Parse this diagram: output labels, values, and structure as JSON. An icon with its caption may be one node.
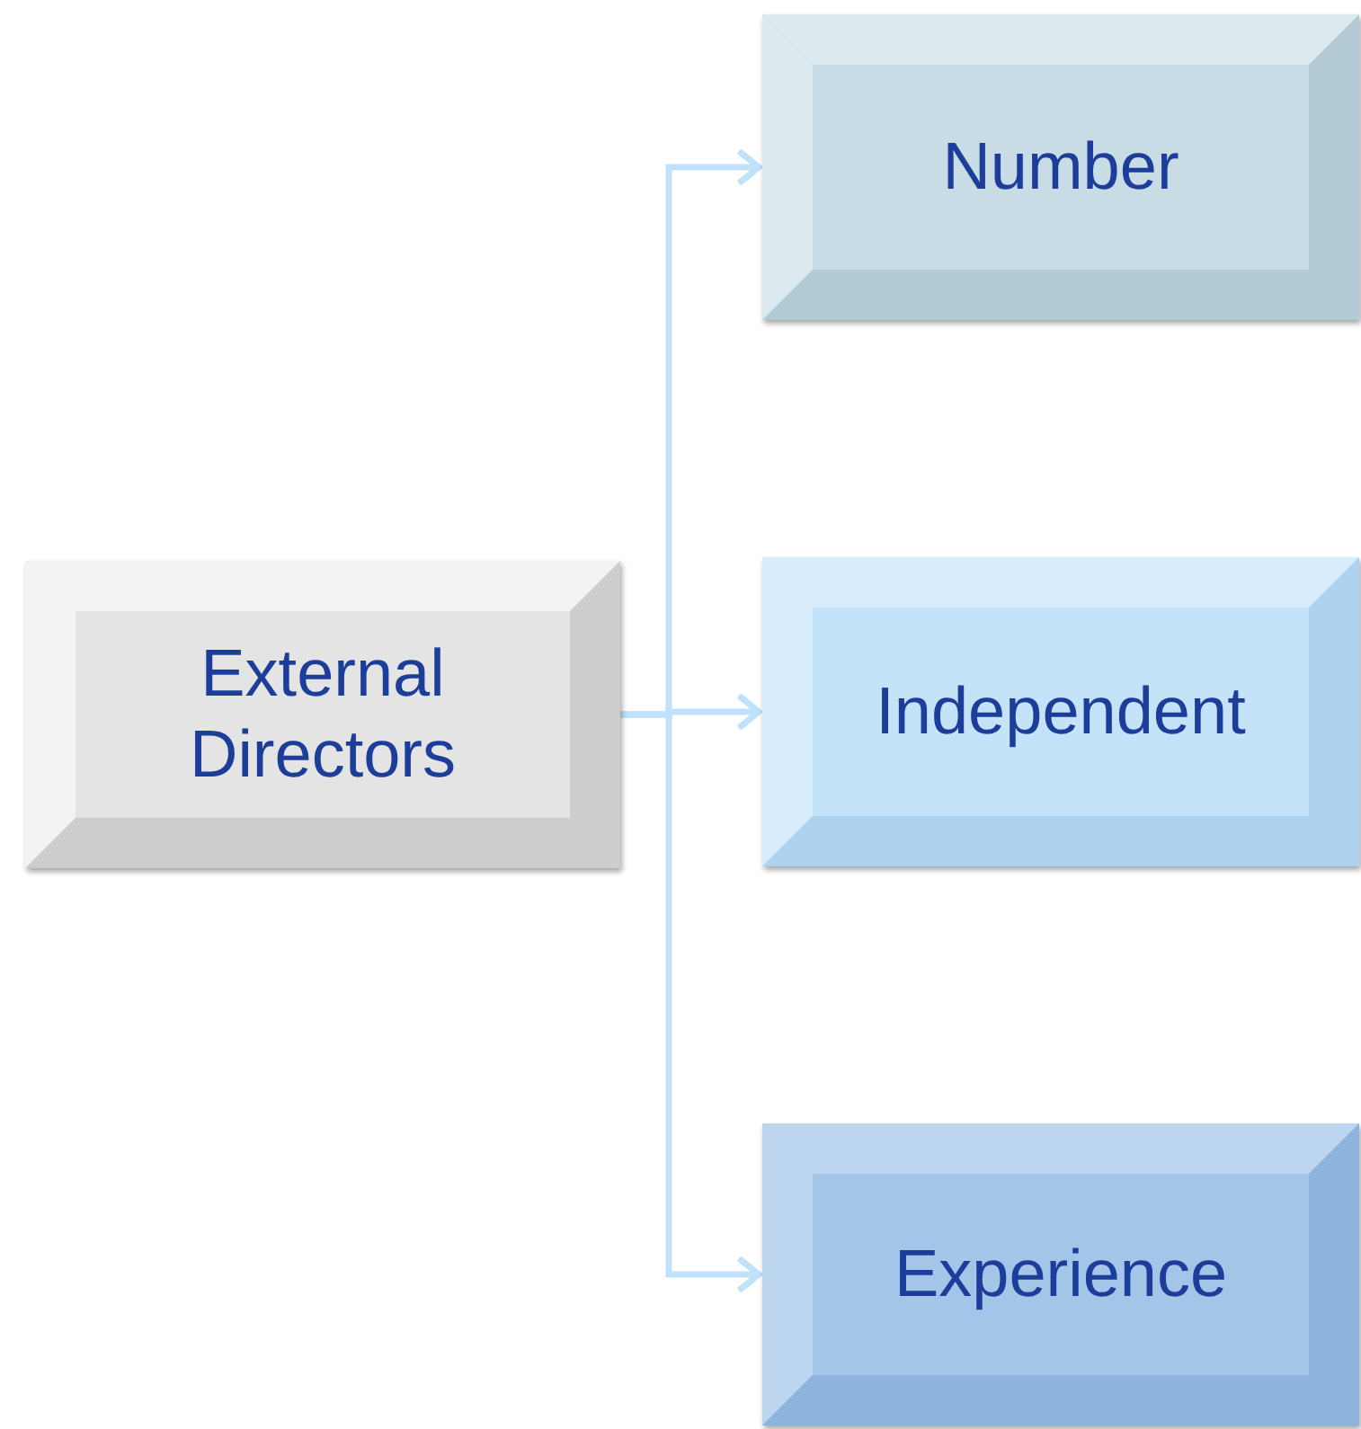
{
  "diagram": {
    "nodes": [
      {
        "text": [
          "External Directors"
        ]
      },
      {
        "text": [
          "Number"
        ]
      },
      {
        "text": [
          "Independent"
        ]
      },
      {
        "text": [
          "Experience"
        ]
      }
    ],
    "edges": [
      {
        "from": 0,
        "to": 1,
        "arrow": "to"
      },
      {
        "from": 0,
        "to": 2,
        "arrow": "to"
      },
      {
        "from": 0,
        "to": 3,
        "arrow": "to"
      }
    ]
  }
}
